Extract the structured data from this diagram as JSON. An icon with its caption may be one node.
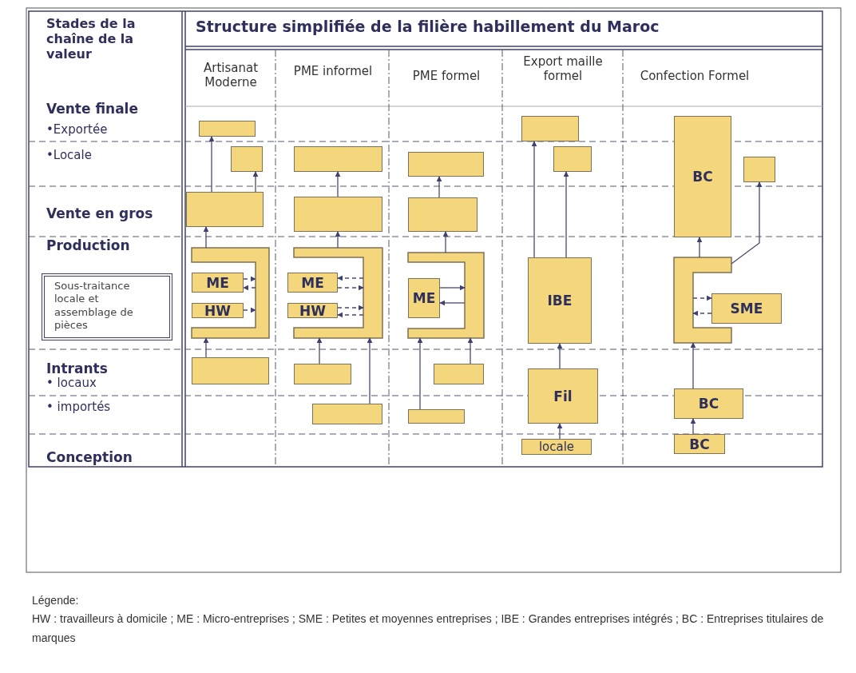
{
  "diagram": {
    "title": "Structure simplifiée de la filière habillement du Maroc",
    "nodes": [
      {
        "text": [
          "Sous-traitance locale et assemblage de pièces"
        ]
      },
      {
        "text": [],
        "shape": "box"
      },
      {
        "text": [],
        "shape": "box"
      },
      {
        "text": [],
        "shape": "box"
      },
      {
        "text": [],
        "shape": "bracket"
      },
      {
        "text": [
          "ME"
        ]
      },
      {
        "text": [
          "HW"
        ]
      },
      {
        "text": [],
        "shape": "box"
      },
      {
        "text": [],
        "shape": "box"
      },
      {
        "text": [],
        "shape": "box"
      },
      {
        "text": [],
        "shape": "bracket"
      },
      {
        "text": [
          "ME"
        ]
      },
      {
        "text": [
          "HW"
        ]
      },
      {
        "text": [],
        "shape": "box"
      },
      {
        "text": [],
        "shape": "box"
      },
      {
        "text": [],
        "shape": "box"
      },
      {
        "text": [],
        "shape": "box"
      },
      {
        "text": [],
        "shape": "bracket"
      },
      {
        "text": [
          "ME"
        ]
      },
      {
        "text": [],
        "shape": "box"
      },
      {
        "text": [],
        "shape": "box"
      },
      {
        "text": [],
        "shape": "box"
      },
      {
        "text": [],
        "shape": "box"
      },
      {
        "text": [
          "IBE"
        ]
      },
      {
        "text": [
          "Fil"
        ]
      },
      {
        "text": [
          "locale"
        ]
      },
      {
        "text": [
          "BC"
        ]
      },
      {
        "text": [],
        "shape": "box"
      },
      {
        "text": [],
        "shape": "bracket"
      },
      {
        "text": [
          "SME"
        ]
      },
      {
        "text": [
          "BC"
        ]
      },
      {
        "text": [
          "BC"
        ]
      }
    ],
    "edges": [
      {
        "from": 3,
        "to": 1,
        "arrow": "to"
      },
      {
        "from": 3,
        "to": 2,
        "arrow": "to"
      },
      {
        "from": 4,
        "to": 3,
        "arrow": "to"
      },
      {
        "from": 5,
        "to": 4,
        "arrow": "to",
        "style": "dashed"
      },
      {
        "from": 4,
        "to": 5,
        "arrow": "to",
        "style": "dashed"
      },
      {
        "from": 6,
        "to": 4,
        "arrow": "to",
        "style": "dashed"
      },
      {
        "from": 7,
        "to": 4,
        "arrow": "to"
      },
      {
        "from": 9,
        "to": 8,
        "arrow": "to"
      },
      {
        "from": 10,
        "to": 9,
        "arrow": "to"
      },
      {
        "from": 10,
        "to": 11,
        "arrow": "to",
        "style": "dashed"
      },
      {
        "from": 11,
        "to": 10,
        "arrow": "to",
        "style": "dashed"
      },
      {
        "from": 12,
        "to": 10,
        "arrow": "to",
        "style": "dashed"
      },
      {
        "from": 10,
        "to": 12,
        "arrow": "to",
        "style": "dashed"
      },
      {
        "from": 13,
        "to": 10,
        "arrow": "to"
      },
      {
        "from": 14,
        "to": 10,
        "arrow": "to"
      },
      {
        "from": 16,
        "to": 15,
        "arrow": "to"
      },
      {
        "from": 17,
        "to": 16,
        "arrow": "to"
      },
      {
        "from": 18,
        "to": 17,
        "arrow": "to"
      },
      {
        "from": 17,
        "to": 18,
        "arrow": "to"
      },
      {
        "from": 20,
        "to": 17,
        "arrow": "to"
      },
      {
        "from": 19,
        "to": 17,
        "arrow": "to"
      },
      {
        "from": 23,
        "to": 21,
        "arrow": "to"
      },
      {
        "from": 23,
        "to": 22,
        "arrow": "to"
      },
      {
        "from": 24,
        "to": 23,
        "arrow": "to"
      },
      {
        "from": 25,
        "to": 24,
        "arrow": "to"
      },
      {
        "from": 28,
        "to": 26,
        "arrow": "to"
      },
      {
        "from": 28,
        "to": 27,
        "arrow": "to"
      },
      {
        "from": 28,
        "to": 29,
        "arrow": "to",
        "style": "dashed"
      },
      {
        "from": 29,
        "to": 28,
        "arrow": "to",
        "style": "dashed"
      },
      {
        "from": 30,
        "to": 28,
        "arrow": "to"
      },
      {
        "from": 31,
        "to": 30,
        "arrow": "to"
      }
    ],
    "labels": [
      "Stades de la chaîne de la valeur",
      "Artisanat Moderne",
      "PME informel",
      "PME formel",
      "Export maille formel",
      "Confection Formel",
      "Vente finale",
      "•Exportée",
      "•Locale",
      "Vente en gros",
      "Production",
      "Intrants",
      "• locaux",
      "• importés",
      "Conception",
      "Légende:",
      "HW : travailleurs à domicile ; ME : Micro-entreprises ; SME : Petites et moyennes entreprises ; IBE : Grandes entreprises intégrés ; BC : Entreprises titulaires de marques"
    ]
  }
}
